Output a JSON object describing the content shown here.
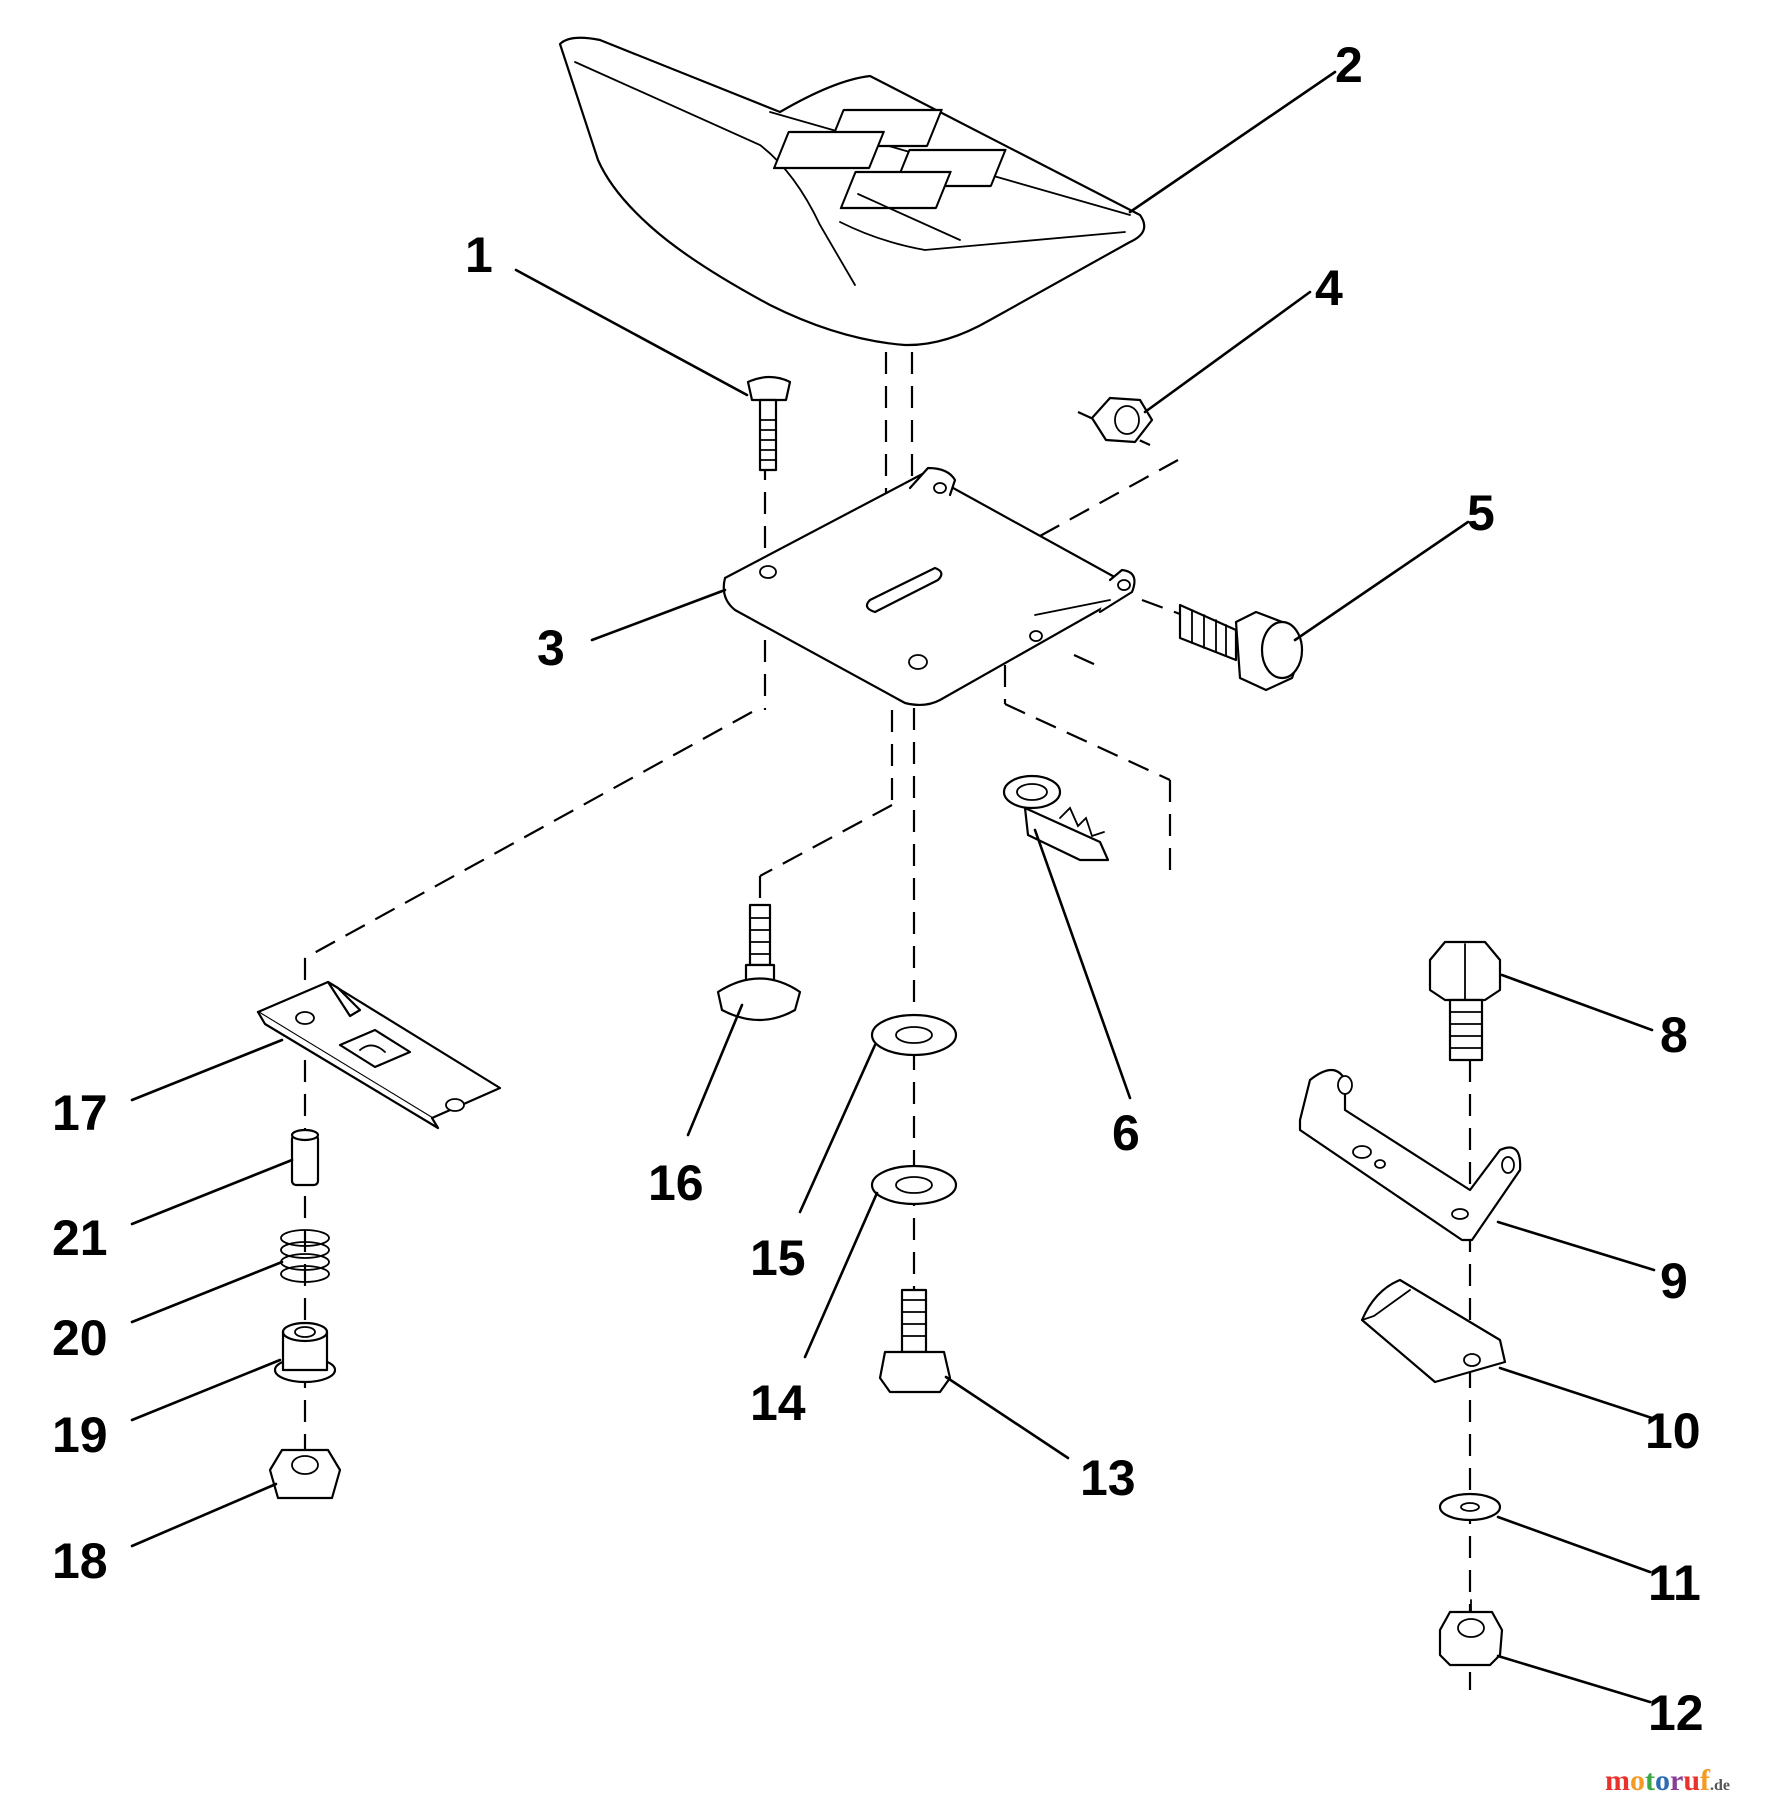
{
  "callouts": [
    {
      "id": "1",
      "label": "1"
    },
    {
      "id": "2",
      "label": "2"
    },
    {
      "id": "3",
      "label": "3"
    },
    {
      "id": "4",
      "label": "4"
    },
    {
      "id": "5",
      "label": "5"
    },
    {
      "id": "6",
      "label": "6"
    },
    {
      "id": "8",
      "label": "8"
    },
    {
      "id": "9",
      "label": "9"
    },
    {
      "id": "10",
      "label": "10"
    },
    {
      "id": "11",
      "label": "11"
    },
    {
      "id": "12",
      "label": "12"
    },
    {
      "id": "13",
      "label": "13"
    },
    {
      "id": "14",
      "label": "14"
    },
    {
      "id": "15",
      "label": "15"
    },
    {
      "id": "16",
      "label": "16"
    },
    {
      "id": "17",
      "label": "17"
    },
    {
      "id": "18",
      "label": "18"
    },
    {
      "id": "19",
      "label": "19"
    },
    {
      "id": "20",
      "label": "20"
    },
    {
      "id": "21",
      "label": "21"
    }
  ],
  "watermark": {
    "text_part1": "motoruf",
    "text_part2": ".de",
    "colors": [
      "#e8322b",
      "#f59a23",
      "#3aa845",
      "#2f6bb3",
      "#8a3d98"
    ]
  }
}
